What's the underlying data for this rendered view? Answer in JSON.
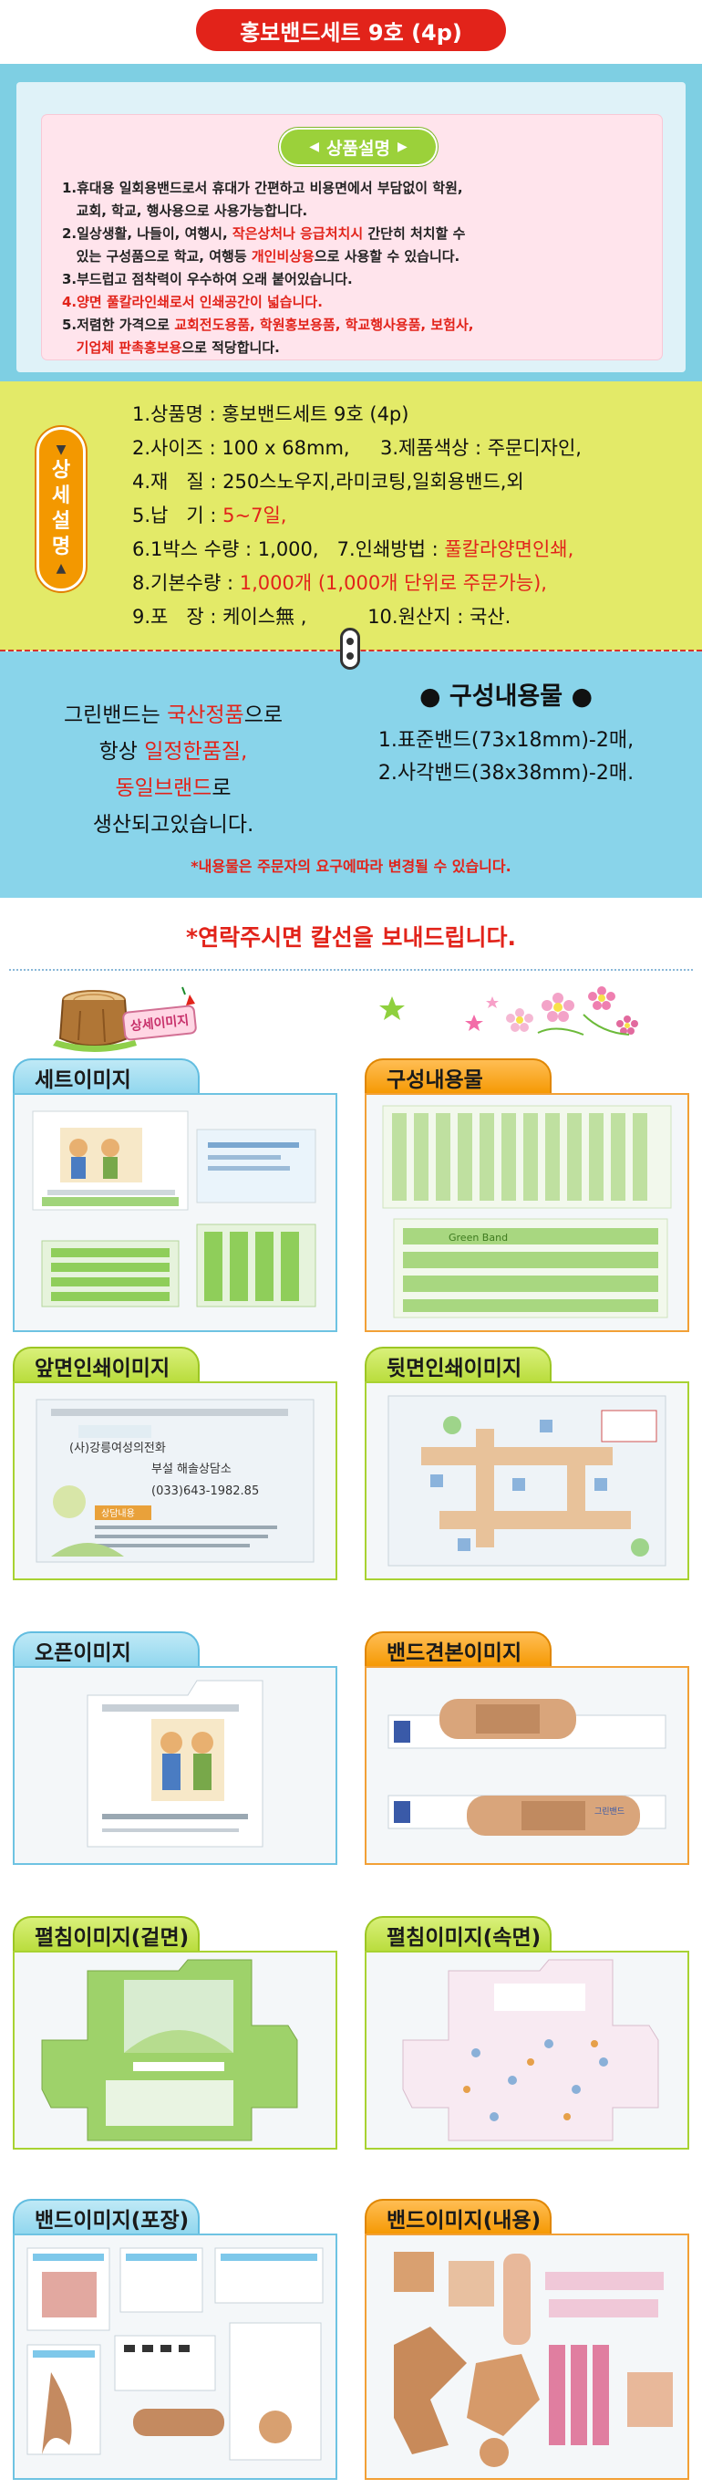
{
  "title": "홍보밴드세트 9호 (4p)",
  "product_description": {
    "label": "상품설명",
    "items": [
      {
        "parts": [
          {
            "t": "1.휴대용 일회용밴드로서 휴대가 간편하고 비용면에서 부담없이 학원, ",
            "red": false
          }
        ]
      },
      {
        "parts": [
          {
            "t": "   교회, 학교, 행사용으로 사용가능합니다.",
            "red": false
          }
        ]
      },
      {
        "parts": [
          {
            "t": "2.일상생활, 나들이, 여행시, ",
            "red": false
          },
          {
            "t": "작은상처나 응급처치시",
            "red": true
          },
          {
            "t": " 간단히 처치할 수",
            "red": false
          }
        ]
      },
      {
        "parts": [
          {
            "t": "   있는 구성품으로 학교, 여행등 ",
            "red": false
          },
          {
            "t": "개인비상용",
            "red": true
          },
          {
            "t": "으로 사용할 수 있습니다.",
            "red": false
          }
        ]
      },
      {
        "parts": [
          {
            "t": "3.부드럽고 점착력이 우수하여 오래 붙어있습니다.",
            "red": false
          }
        ]
      },
      {
        "parts": [
          {
            "t": "4.양면 풀칼라인쇄로서 인쇄공간이 넓습니다.",
            "red": true
          }
        ]
      },
      {
        "parts": [
          {
            "t": "5.저렴한 가격으로 ",
            "red": false
          },
          {
            "t": "교회전도용품, 학원홍보용품, 학교행사용품, 보험사,",
            "red": true
          }
        ]
      },
      {
        "parts": [
          {
            "t": "   ",
            "red": false
          },
          {
            "t": "기업체 판촉홍보용",
            "red": true
          },
          {
            "t": "으로 적당합니다.",
            "red": false
          }
        ]
      }
    ]
  },
  "detail": {
    "label": "상세설명",
    "lines": [
      {
        "parts": [
          {
            "t": "1.상품명 : 홍보밴드세트 9호 (4p)",
            "red": false
          }
        ]
      },
      {
        "parts": [
          {
            "t": "2.사이즈 : 100 x 68mm,     3.제품색상 : 주문디자인,",
            "red": false
          }
        ]
      },
      {
        "parts": [
          {
            "t": "4.재   질 : 250스노우지,라미코팅,일회용밴드,외",
            "red": false
          }
        ]
      },
      {
        "parts": [
          {
            "t": "5.납   기 : ",
            "red": false
          },
          {
            "t": "5~7일,",
            "red": true
          }
        ]
      },
      {
        "parts": [
          {
            "t": "6.1박스 수량 : 1,000,   7.인쇄방법 : ",
            "red": false
          },
          {
            "t": "풀칼라양면인쇄,",
            "red": true
          }
        ]
      },
      {
        "parts": [
          {
            "t": "8.기본수량 : ",
            "red": false
          },
          {
            "t": "1,000개 (1,000개 단위로 주문가능),",
            "red": true
          }
        ]
      },
      {
        "parts": [
          {
            "t": "9.포   장 : 케이스無 ,          10.원산지 : 국산.",
            "red": false
          }
        ]
      }
    ]
  },
  "composition": {
    "left_lines": [
      {
        "parts": [
          {
            "t": "그린밴드는 ",
            "red": false
          },
          {
            "t": "국산정품",
            "red": true
          },
          {
            "t": "으로",
            "red": false
          }
        ]
      },
      {
        "parts": [
          {
            "t": "항상 ",
            "red": false
          },
          {
            "t": "일정한품질,",
            "red": true
          }
        ]
      },
      {
        "parts": [
          {
            "t": "동일브랜드",
            "red": true
          },
          {
            "t": "로",
            "red": false
          }
        ]
      },
      {
        "parts": [
          {
            "t": "생산되고있습니다.",
            "red": false
          }
        ]
      }
    ],
    "heading": "● 구성내용물 ●",
    "items": [
      "1.표준밴드(73x18mm)-2매,",
      "2.사각밴드(38x38mm)-2매."
    ],
    "note": "*내용물은 주문자의 요구에따라 변경될 수 있습니다."
  },
  "contact_note": "*연락주시면 칼선을 보내드립니다.",
  "detail_image_sign": "상세이미지",
  "cards": [
    {
      "label": "세트이미지",
      "style": "blue"
    },
    {
      "label": "구성내용물",
      "style": "orange"
    },
    {
      "label": "앞면인쇄이미지",
      "style": "green"
    },
    {
      "label": "뒷면인쇄이미지",
      "style": "green"
    },
    {
      "label": "오픈이미지",
      "style": "blue"
    },
    {
      "label": "밴드견본이미지",
      "style": "orange"
    },
    {
      "label": "펼침이미지(겉면)",
      "style": "green"
    },
    {
      "label": "펼침이미지(속면)",
      "style": "green"
    },
    {
      "label": "밴드이미지(포장)",
      "style": "blue"
    },
    {
      "label": "밴드이미지(내용)",
      "style": "orange"
    }
  ],
  "photo_text": {
    "front_card_title": "(사)강릉여성의전화",
    "front_card_subtitle": "부설 해솔상담소",
    "front_card_phone": "(033)643-1982.85",
    "front_card_badge": "상담내용",
    "brand": "그린밴드",
    "brand_en": "Green Band"
  },
  "colors": {
    "red": "#e2231a",
    "cyan_bg": "#7ecfe3",
    "yellow_bg": "#e3ea68",
    "blue_bg": "#89d4ea",
    "orange": "#f39800",
    "green": "#9bd13a"
  }
}
